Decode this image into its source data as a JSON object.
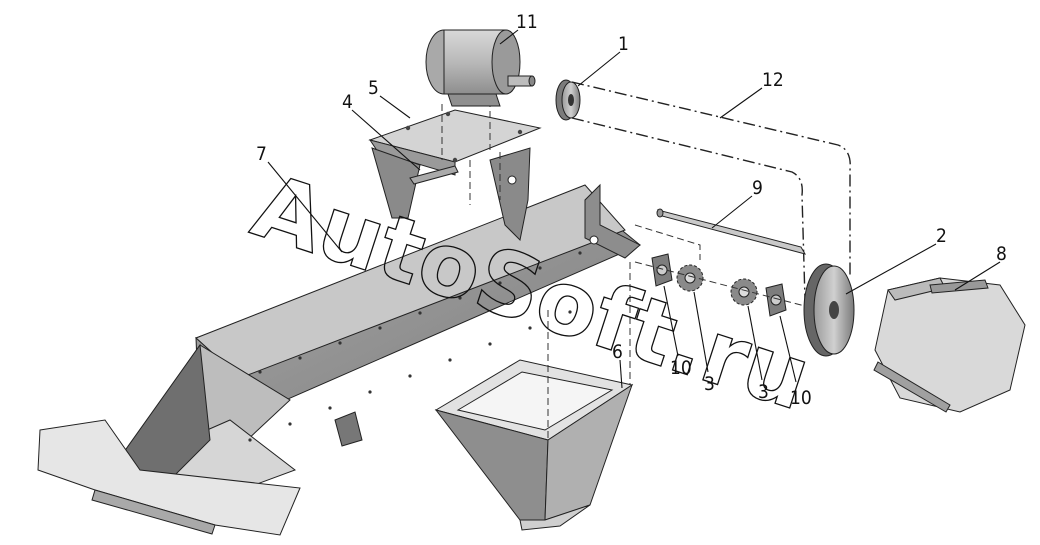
{
  "figure": {
    "watermark": "AutoSoft.ru",
    "callouts": [
      {
        "id": "c11",
        "text": "11"
      },
      {
        "id": "c1",
        "text": "1"
      },
      {
        "id": "c12",
        "text": "12"
      },
      {
        "id": "c5",
        "text": "5"
      },
      {
        "id": "c4",
        "text": "4"
      },
      {
        "id": "c7",
        "text": "7"
      },
      {
        "id": "c9",
        "text": "9"
      },
      {
        "id": "c2",
        "text": "2"
      },
      {
        "id": "c8",
        "text": "8"
      },
      {
        "id": "c6",
        "text": "6"
      },
      {
        "id": "c10a",
        "text": "10"
      },
      {
        "id": "c3a",
        "text": "3"
      },
      {
        "id": "c3b",
        "text": "3"
      },
      {
        "id": "c10b",
        "text": "10"
      }
    ]
  }
}
